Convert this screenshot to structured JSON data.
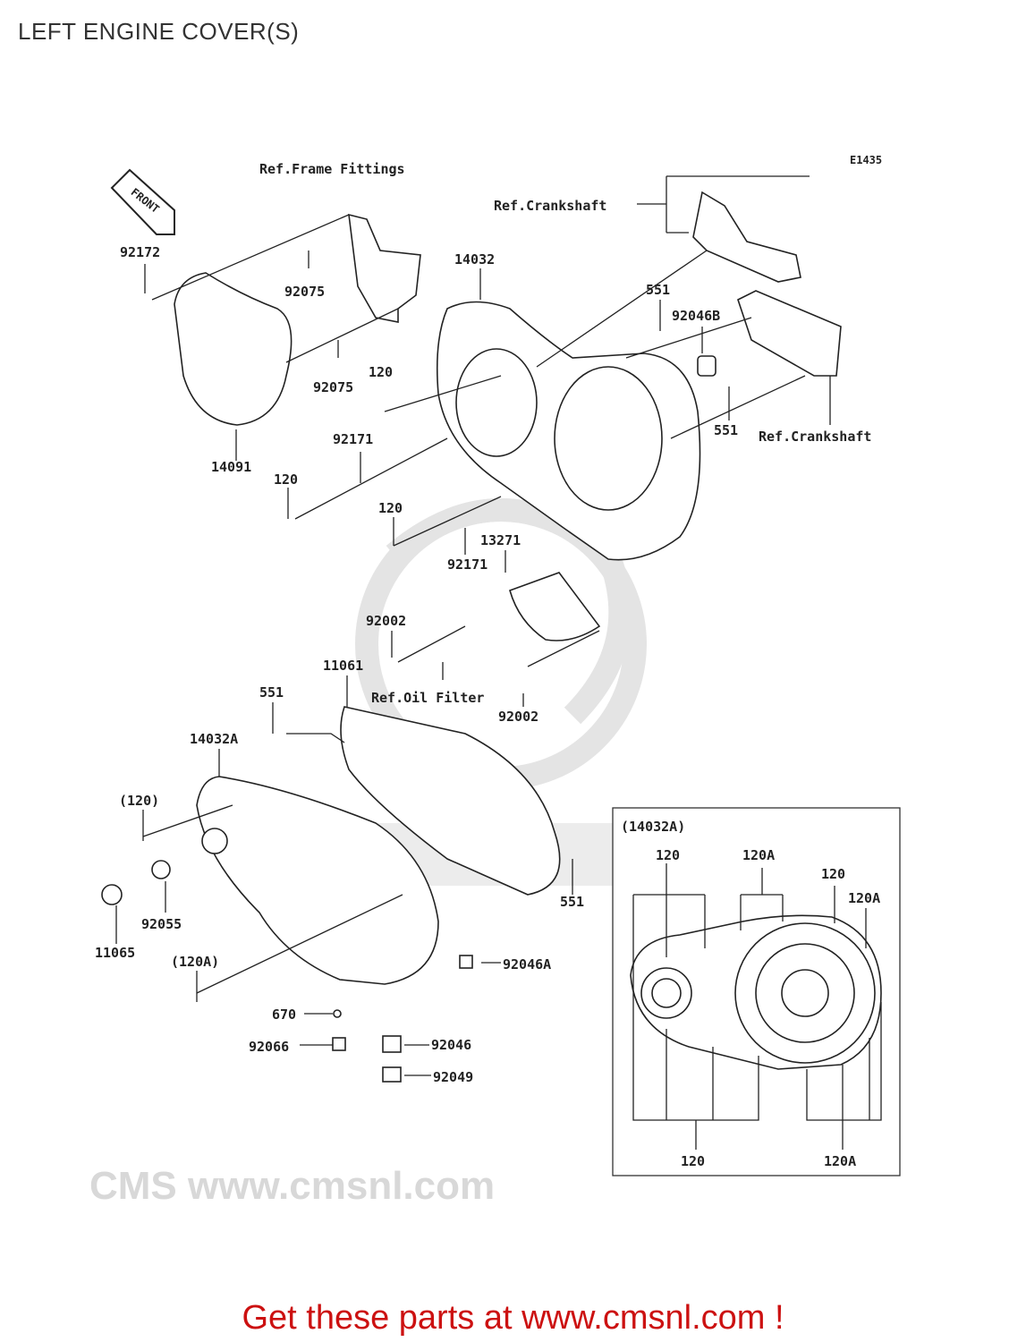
{
  "title": "LEFT ENGINE COVER(S)",
  "diagram_code": "E1435",
  "front_marker": "FRONT",
  "watermark": "CMS www.cmsnl.com",
  "labels": {
    "ref_frame_fittings": "Ref.Frame Fittings",
    "ref_crankshaft_top": "Ref.Crankshaft",
    "ref_crankshaft_right": "Ref.Crankshaft",
    "ref_oil_filter": "Ref.Oil Filter",
    "p92172": "92172",
    "p14032": "14032",
    "p92075_a": "92075",
    "p551_a": "551",
    "p92046B": "92046B",
    "p92075_b": "92075",
    "p120_a": "120",
    "p551_b": "551",
    "p92171_a": "92171",
    "p14091": "14091",
    "p120_b": "120",
    "p120_c": "120",
    "p13271": "13271",
    "p92171_b": "92171",
    "p92002_a": "92002",
    "p11061": "11061",
    "p551_c": "551",
    "p92002_b": "92002",
    "p14032A": "14032A",
    "p120_paren": "(120)",
    "p551_d": "551",
    "p92055": "92055",
    "p11065": "11065",
    "p120A_paren": "(120A)",
    "p92046A": "92046A",
    "p670": "670",
    "p92046": "92046",
    "p92066": "92066",
    "p92049": "92049"
  },
  "inset": {
    "title": "(14032A)",
    "labels": [
      "120",
      "120A",
      "120",
      "120A",
      "120",
      "120A"
    ]
  },
  "footer": "Get these parts at www.cmsnl.com !",
  "colors": {
    "footer": "#cc1111",
    "lines": "#222222",
    "watermark": "#e4e4e4"
  }
}
